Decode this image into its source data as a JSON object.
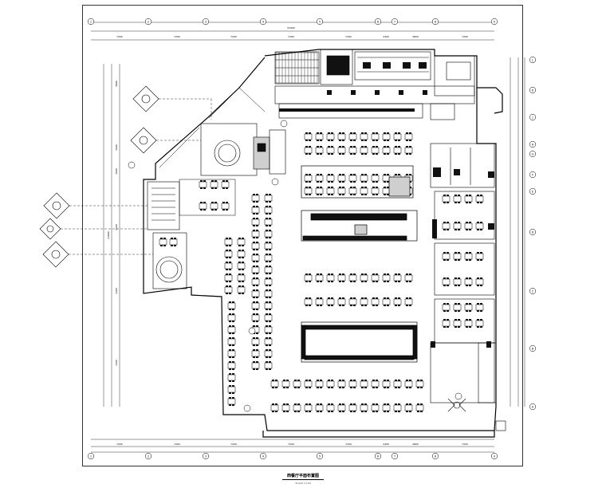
{
  "drawing": {
    "title": "西餐厅平面布置图",
    "subtitle": "SCALE 1:100",
    "top_overall_dim": "52400",
    "left_overall_dim": "41800"
  },
  "axes": {
    "columns": [
      "1",
      "2",
      "3",
      "4",
      "5",
      "6",
      "7",
      "8",
      "9"
    ],
    "rows": [
      "A",
      "B",
      "C",
      "D",
      "E",
      "F",
      "G",
      "H",
      "J",
      "K",
      "L"
    ]
  },
  "dims": {
    "top": [
      "7200",
      "7200",
      "7200",
      "7200",
      "7200",
      "2400",
      "4800",
      "7200"
    ],
    "bottom": [
      "7200",
      "7200",
      "7200",
      "7200",
      "7200",
      "2400",
      "4800",
      "7200"
    ],
    "left": [
      "4800",
      "3600",
      "3600",
      "7200",
      "7200",
      "7200"
    ]
  },
  "colors": {
    "line": "#000000",
    "dark_fill": "#111111",
    "grey_fill": "#cfcfcf"
  }
}
